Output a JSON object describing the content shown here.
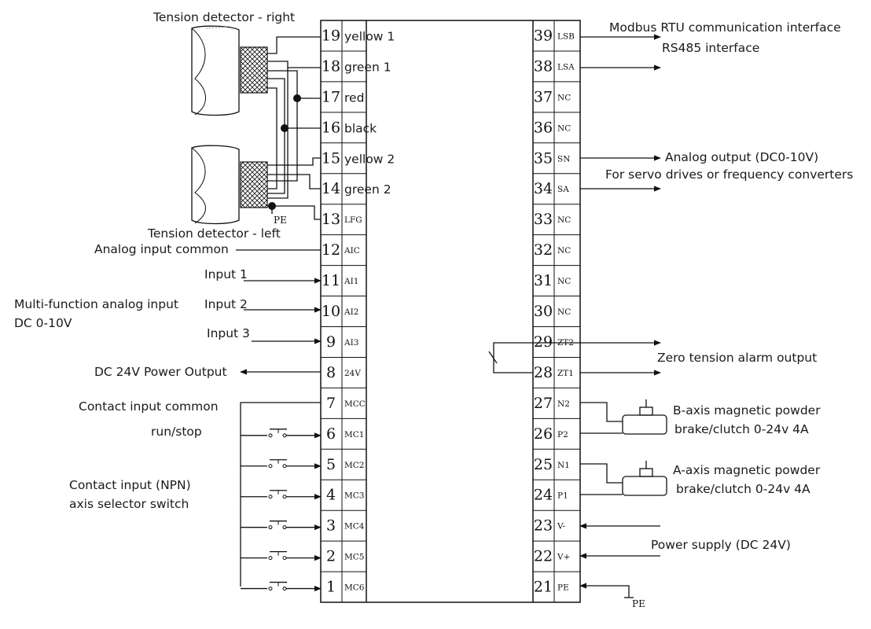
{
  "annotations": {
    "tension_right": "Tension detector - right",
    "tension_left": "Tension detector - left",
    "analog_common": "Analog input common",
    "input1": "Input 1",
    "multi_analog_1": "Multi-function analog input",
    "multi_analog_2": "DC 0-10V",
    "input2": "Input 2",
    "input3": "Input 3",
    "power_out": "DC 24V Power Output",
    "contact_common": "Contact input common",
    "run_stop": "run/stop",
    "contact_npn_1": "Contact input (NPN)",
    "contact_npn_2": "axis selector switch",
    "modbus_1": "Modbus RTU communication interface",
    "modbus_2": "RS485 interface",
    "analog_out_1": "Analog output (DC0-10V)",
    "analog_out_2": "For servo drives or frequency converters",
    "zero_tension": "Zero tension alarm output",
    "b_axis_1": "B-axis magnetic powder",
    "b_axis_2": "brake/clutch 0-24v 4A",
    "a_axis_1": "A-axis magnetic powder",
    "a_axis_2": "brake/clutch 0-24v 4A",
    "power_supply": "Power supply (DC 24V)",
    "pe_small_left": "PE",
    "pe_small_right": "PE"
  },
  "left_terminals": [
    {
      "num": "19",
      "label": "yellow 1"
    },
    {
      "num": "18",
      "label": "green 1"
    },
    {
      "num": "17",
      "label": "red"
    },
    {
      "num": "16",
      "label": "black"
    },
    {
      "num": "15",
      "label": "yellow 2"
    },
    {
      "num": "14",
      "label": "green 2"
    },
    {
      "num": "13",
      "label": "LFG"
    },
    {
      "num": "12",
      "label": "AIC"
    },
    {
      "num": "11",
      "label": "AI1"
    },
    {
      "num": "10",
      "label": "AI2"
    },
    {
      "num": "9",
      "label": "AI3"
    },
    {
      "num": "8",
      "label": "24V"
    },
    {
      "num": "7",
      "label": "MCC"
    },
    {
      "num": "6",
      "label": "MC1"
    },
    {
      "num": "5",
      "label": "MC2"
    },
    {
      "num": "4",
      "label": "MC3"
    },
    {
      "num": "3",
      "label": "MC4"
    },
    {
      "num": "2",
      "label": "MC5"
    },
    {
      "num": "1",
      "label": "MC6"
    }
  ],
  "right_terminals": [
    {
      "num": "39",
      "label": "LSB"
    },
    {
      "num": "38",
      "label": "LSA"
    },
    {
      "num": "37",
      "label": "NC"
    },
    {
      "num": "36",
      "label": "NC"
    },
    {
      "num": "35",
      "label": "SN"
    },
    {
      "num": "34",
      "label": "SA"
    },
    {
      "num": "33",
      "label": "NC"
    },
    {
      "num": "32",
      "label": "NC"
    },
    {
      "num": "31",
      "label": "NC"
    },
    {
      "num": "30",
      "label": "NC"
    },
    {
      "num": "29",
      "label": "ZT2"
    },
    {
      "num": "28",
      "label": "ZT1"
    },
    {
      "num": "27",
      "label": "N2"
    },
    {
      "num": "26",
      "label": "P2"
    },
    {
      "num": "25",
      "label": "N1"
    },
    {
      "num": "24",
      "label": "P1"
    },
    {
      "num": "23",
      "label": "V-"
    },
    {
      "num": "22",
      "label": "V+"
    },
    {
      "num": "21",
      "label": "PE"
    }
  ]
}
